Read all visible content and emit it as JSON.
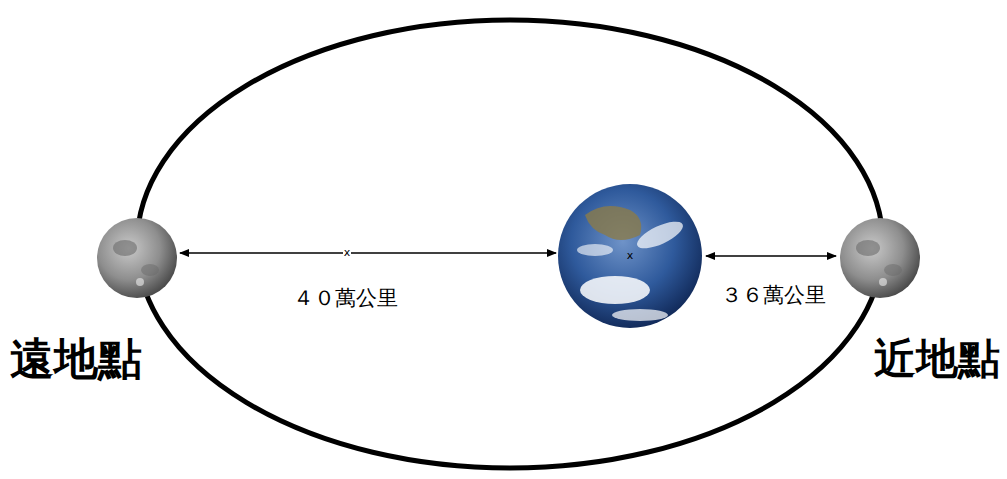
{
  "diagram": {
    "labels": [
      "x",
      "x",
      "４０萬公里",
      "３６萬公里",
      "遠地點",
      "近地點"
    ]
  }
}
